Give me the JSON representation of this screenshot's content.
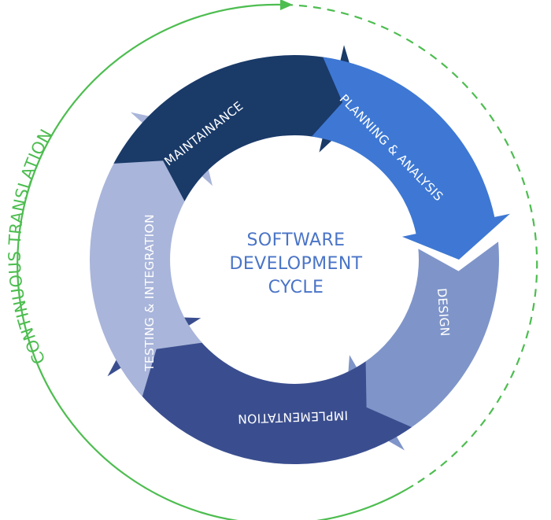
{
  "diagram": {
    "center_lines": [
      "SOFTWARE",
      "DEVELOPMENT",
      "CYCLE"
    ],
    "outer_label": "CONTINUOUS TRANSLATION",
    "stages": [
      {
        "label": "PLANNING & ANALYSIS",
        "color": "#3E78D4"
      },
      {
        "label": "DESIGN",
        "color": "#7F95C9"
      },
      {
        "label": "IMPLEMENTATION",
        "color": "#3A4E8F"
      },
      {
        "label": "TESTING & INTEGRATION",
        "color": "#A9B5DA"
      },
      {
        "label": "MAINTAINANCE",
        "color": "#1A3A68"
      }
    ],
    "colors": {
      "outer_arc": "#4DBD50",
      "center_text": "#4A74C7"
    }
  }
}
